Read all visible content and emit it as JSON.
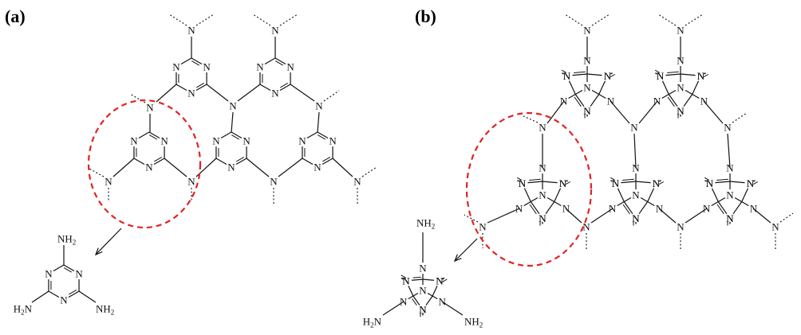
{
  "panels": {
    "a": {
      "label": "(a)"
    },
    "b": {
      "label": "(b)"
    }
  },
  "atoms": {
    "nitrogen": "N",
    "amine_main": "NH",
    "amine_sub": "2",
    "amine_h": "H",
    "amine_n": "N"
  },
  "colors": {
    "highlight": "#e02424",
    "bonds": "#111111"
  }
}
